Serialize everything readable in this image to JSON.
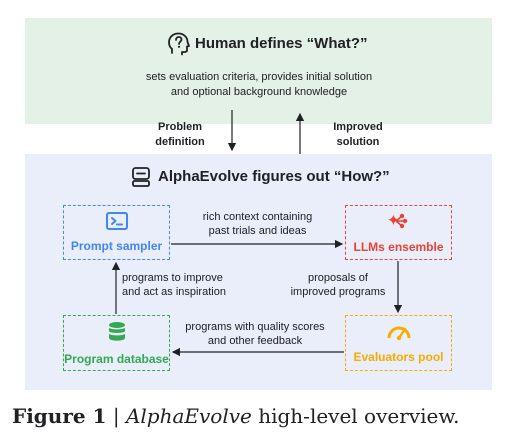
{
  "human": {
    "title": "Human defines “What?”",
    "line1": "sets evaluation criteria, provides initial solution",
    "line2": "and optional background knowledge",
    "icon": "question-head-icon"
  },
  "arrows": {
    "down_line1": "Problem",
    "down_line2": "definition",
    "up_line1": "Improved",
    "up_line2": "solution"
  },
  "alpha": {
    "title": "AlphaEvolve figures out “How?”",
    "icon": "robot-icon"
  },
  "nodes": {
    "prompt_sampler": {
      "label": "Prompt sampler",
      "color": "#4285f4",
      "icon": "terminal-icon"
    },
    "llms_ensemble": {
      "label": "LLMs ensemble",
      "color": "#ea4335",
      "icon": "gemini-sparkle-icon"
    },
    "evaluators_pool": {
      "label": "Evaluators pool",
      "color": "#f9ab00",
      "icon": "gauge-icon"
    },
    "program_database": {
      "label": "Program database",
      "color": "#34a853",
      "icon": "database-icon"
    }
  },
  "edges": {
    "top_line1": "rich context containing",
    "top_line2": "past trials and ideas",
    "right_line1": "proposals of",
    "right_line2": "improved programs",
    "bottom_line1": "programs with quality scores",
    "bottom_line2": "and other feedback",
    "left_line1": "programs to improve",
    "left_line2": "and act as inspiration"
  },
  "caption": {
    "figure_label": "Figure 1",
    "separator": "|",
    "name": "AlphaEvolve",
    "rest": "high-level overview."
  }
}
